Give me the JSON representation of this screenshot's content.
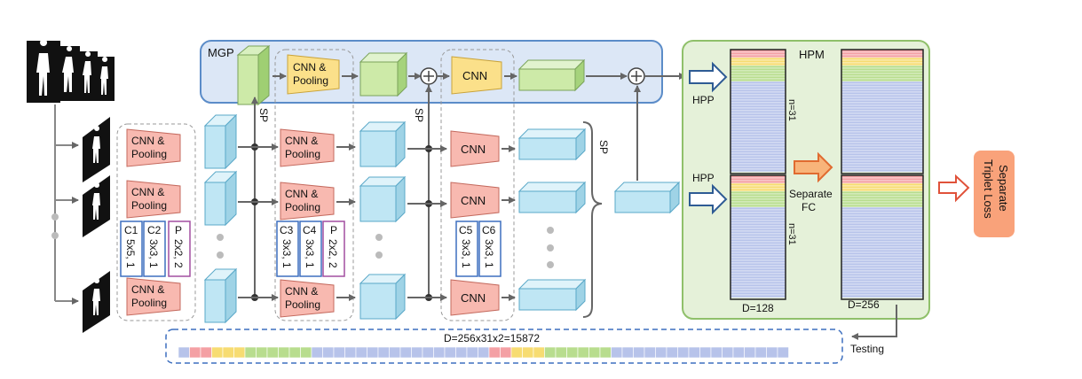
{
  "mgp": {
    "title": "MGP",
    "cnn_pool": [
      "CNN &",
      "Pooling"
    ],
    "cnn": "CNN"
  },
  "hpm": {
    "title": "HPM",
    "hpp": "HPP",
    "n_label": "n=31",
    "separate_fc": [
      "Separate",
      "FC"
    ],
    "d128": "D=128",
    "d256": "D=256"
  },
  "main": {
    "sp": "SP",
    "cnn_pool": [
      "CNN &",
      "Pooling"
    ],
    "cnn": "CNN"
  },
  "conv_specs": {
    "block1": [
      {
        "name": "C1",
        "spec": "5x5, 1"
      },
      {
        "name": "C2",
        "spec": "3x3, 1"
      },
      {
        "name": "P",
        "spec": "2x2, 2"
      }
    ],
    "block2": [
      {
        "name": "C3",
        "spec": "3x3, 1"
      },
      {
        "name": "C4",
        "spec": "3x3, 1"
      },
      {
        "name": "P",
        "spec": "2x2, 2"
      }
    ],
    "block3": [
      {
        "name": "C5",
        "spec": "3x3, 1"
      },
      {
        "name": "C6",
        "spec": "3x3, 1"
      }
    ]
  },
  "output": {
    "loss": [
      "Separate",
      "Triplet Loss"
    ],
    "testing": "Testing",
    "feature_dim": "D=256x31x2=15872"
  },
  "colors": {
    "red": "#f4a0a4",
    "yellow": "#f7dc72",
    "green": "#b8dd8e",
    "blue": "#b7c3ea",
    "cube": "#bfe6f4",
    "cube_green": "#cdeaa8",
    "pool_fill": "#f8b9b0",
    "mgp_pool_fill": "#fbe08a",
    "mgp_bg": "#dce7f6",
    "hpm_bg": "#e5f1d9",
    "loss": "#f9a27a",
    "arrow_blue": "#2e5b94"
  }
}
